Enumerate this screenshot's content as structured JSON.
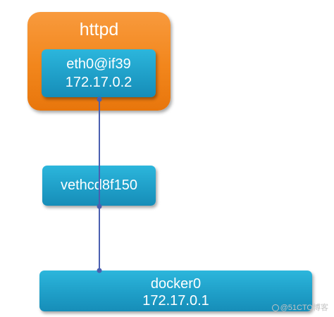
{
  "container": {
    "title": "httpd",
    "interface": {
      "name": "eth0@if39",
      "ip": "172.17.0.2"
    }
  },
  "veth": {
    "name": "vethcd8f150"
  },
  "bridge": {
    "name": "docker0",
    "ip": "172.17.0.1"
  },
  "watermark": {
    "text": "@51CTO博客"
  },
  "colors": {
    "container_orange": "#f2861c",
    "interface_teal": "#1f9fc8",
    "link_line": "#4a5fb0"
  }
}
